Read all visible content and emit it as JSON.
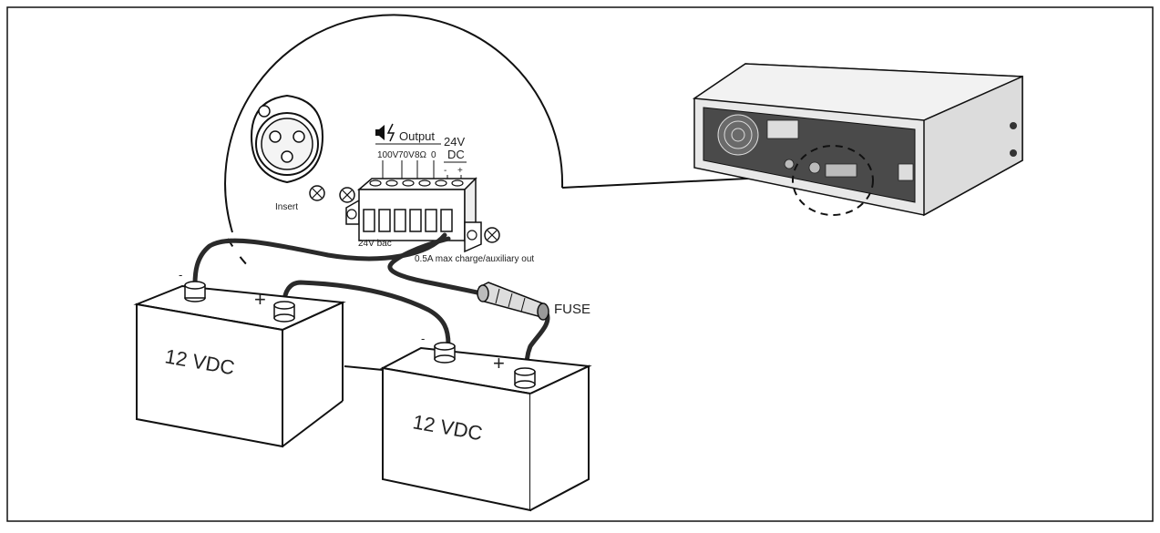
{
  "diagram": {
    "labels": {
      "insert": "Insert",
      "output": "Output",
      "taps": [
        "100V",
        "70V",
        "8Ω",
        "0"
      ],
      "dc_title_line1": "24V",
      "dc_title_line2": "DC",
      "dc_minus": "-",
      "dc_plus": "+",
      "backup_text_a": "24V bac",
      "backup_text_b": "0.5A max charge/auxiliary out",
      "fuse": "FUSE",
      "battery_left_label": "12 VDC",
      "battery_right_label": "12 VDC",
      "battery_left_minus": "-",
      "battery_left_plus": "+",
      "battery_right_minus": "-",
      "battery_right_plus": "+"
    },
    "colors": {
      "stroke": "#111111",
      "cable": "#2a2a2a",
      "device_body": "#e8e8e8",
      "device_panel": "#4a4a4a",
      "background": "#ffffff"
    },
    "icons": [
      "speaker-icon",
      "lightning-icon"
    ]
  }
}
